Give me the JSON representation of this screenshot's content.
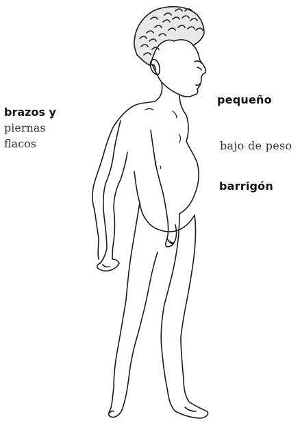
{
  "labels": {
    "arms_legs_line1": "brazos y",
    "arms_legs_line2": "piernas",
    "arms_legs_line3": "flacos",
    "small": "pequeño",
    "underweight": "bajo de peso",
    "belly": "barrigón"
  },
  "colors": {
    "ink": "#1a1a1a",
    "background": "#ffffff"
  }
}
